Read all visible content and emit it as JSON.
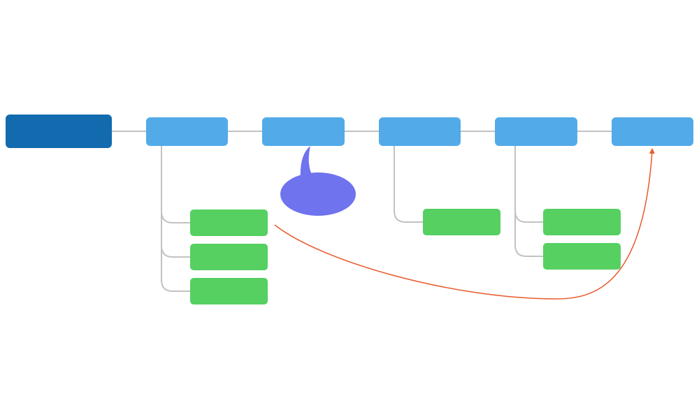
{
  "diagram": {
    "type": "mind-map-timeline",
    "colors": {
      "root": "#126BAE",
      "stage": "#52ABE8",
      "leaf": "#55D061",
      "connector": "#C2C2C2",
      "callout": "#6F73EE",
      "relation_arrow": "#E8592C",
      "background": "#FFFFFF"
    },
    "root": {
      "label": ""
    },
    "stages": [
      {
        "label": "",
        "children": [
          {
            "label": ""
          },
          {
            "label": ""
          },
          {
            "label": ""
          }
        ]
      },
      {
        "label": "",
        "children": [],
        "callout": {
          "label": ""
        }
      },
      {
        "label": "",
        "children": [
          {
            "label": ""
          }
        ]
      },
      {
        "label": "",
        "children": [
          {
            "label": ""
          },
          {
            "label": ""
          }
        ]
      },
      {
        "label": "",
        "children": []
      }
    ],
    "relations": [
      {
        "from": "stage-1-child-1",
        "to": "stage-5",
        "label": ""
      }
    ]
  }
}
